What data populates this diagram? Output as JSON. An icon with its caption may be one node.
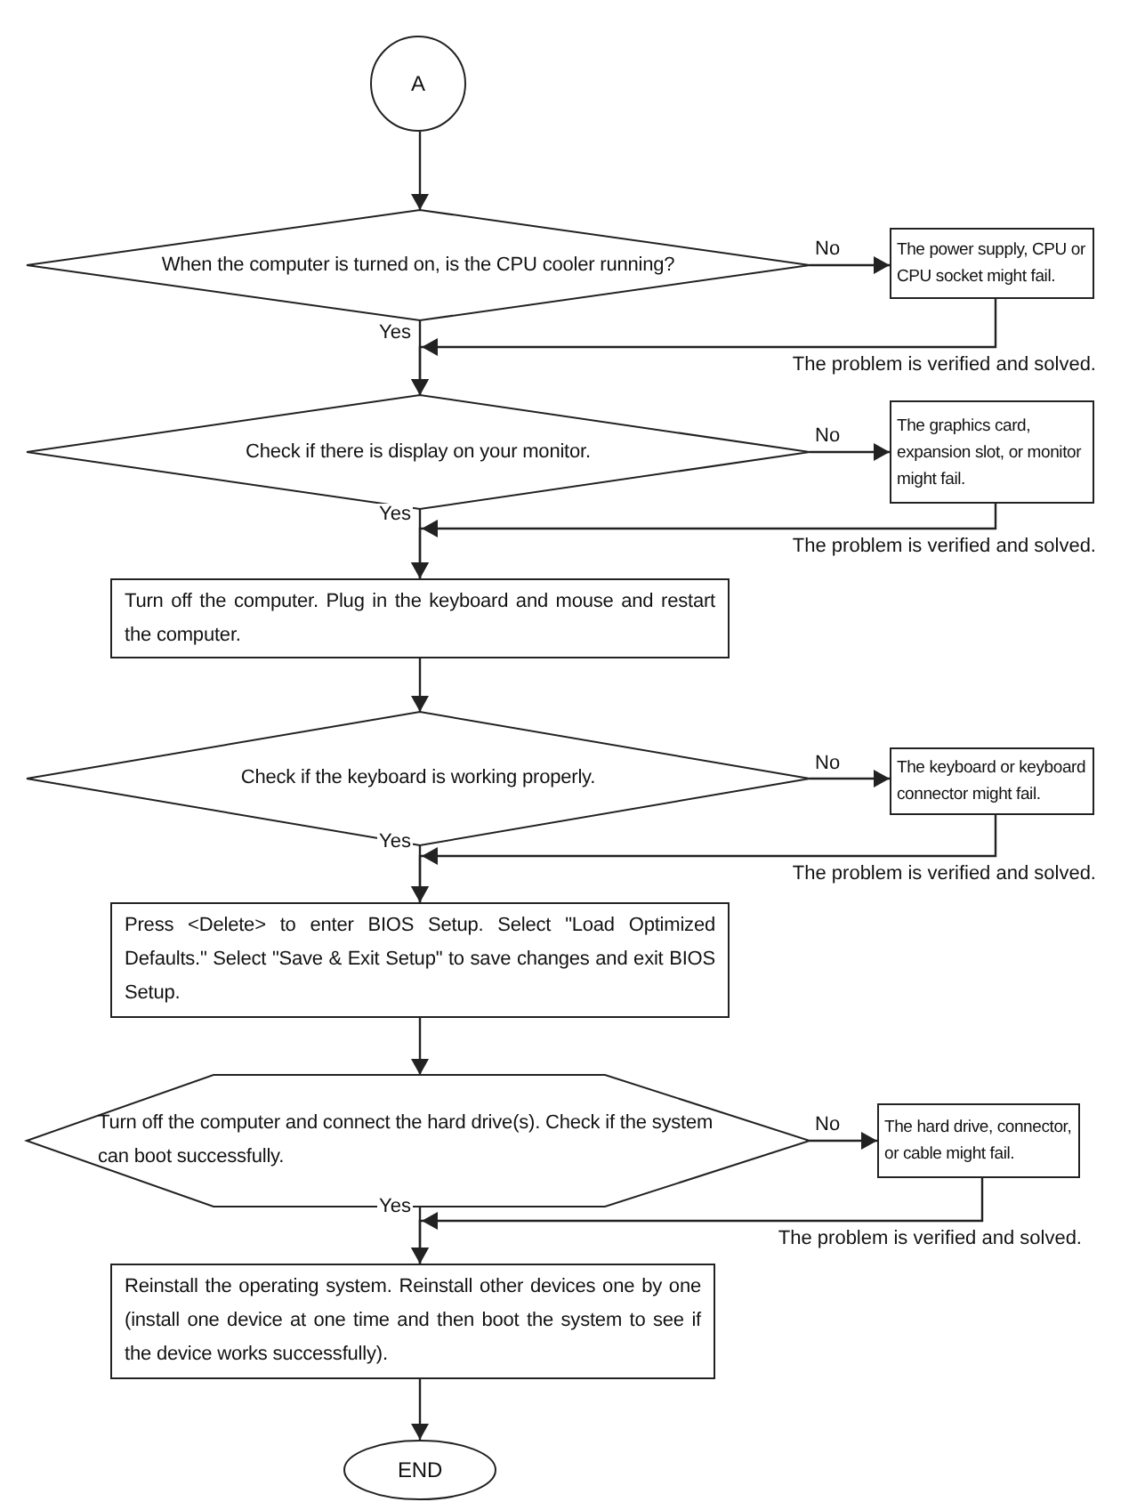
{
  "diagram": {
    "nodes": [
      {
        "text": [
          "A"
        ]
      },
      {
        "text": [
          "When the computer is turned on, is the CPU cooler running?"
        ]
      },
      {
        "text": [
          "The power supply, CPU or CPU socket might fail."
        ]
      },
      {
        "text": [
          "Check if there is display on your monitor."
        ]
      },
      {
        "text": [
          "The graphics card, expansion slot, or monitor might fail."
        ]
      },
      {
        "text": [
          "Turn off the computer. Plug in the keyboard and mouse and restart the computer."
        ]
      },
      {
        "text": [
          "Check if the keyboard is working properly."
        ]
      },
      {
        "text": [
          "The keyboard or keyboard connector might fail."
        ]
      },
      {
        "text": [
          "Press <Delete> to enter BIOS Setup. Select \"Load Optimized Defaults.\" Select \"Save & Exit Setup\" to save changes and exit BIOS Setup."
        ]
      },
      {
        "text": [
          "Turn off the computer and connect the hard drive(s). Check if the system can boot successfully."
        ]
      },
      {
        "text": [
          "The hard drive, connector, or cable might fail."
        ]
      },
      {
        "text": [
          "Reinstall the operating system. Reinstall other devices one by one (install one device at one time and then boot the system to see if the device works successfully)."
        ]
      },
      {
        "text": [
          "END"
        ]
      }
    ],
    "edges": [
      {
        "from": 0,
        "to": 1,
        "arrow": "to"
      },
      {
        "from": 1,
        "to": 2,
        "arrow": "to",
        "label": "No"
      },
      {
        "from": 1,
        "to": 3,
        "arrow": "to",
        "label": "Yes"
      },
      {
        "from": 2,
        "to": 3,
        "arrow": "to",
        "label": "The problem is verified and solved."
      },
      {
        "from": 3,
        "to": 4,
        "arrow": "to",
        "label": "No"
      },
      {
        "from": 3,
        "to": 5,
        "arrow": "to",
        "label": "Yes"
      },
      {
        "from": 4,
        "to": 5,
        "arrow": "to",
        "label": "The problem is verified and solved."
      },
      {
        "from": 5,
        "to": 6,
        "arrow": "to"
      },
      {
        "from": 6,
        "to": 7,
        "arrow": "to",
        "label": "No"
      },
      {
        "from": 6,
        "to": 8,
        "arrow": "to",
        "label": "Yes"
      },
      {
        "from": 7,
        "to": 8,
        "arrow": "to",
        "label": "The problem is verified and solved."
      },
      {
        "from": 8,
        "to": 9,
        "arrow": "to"
      },
      {
        "from": 9,
        "to": 10,
        "arrow": "to",
        "label": "No"
      },
      {
        "from": 9,
        "to": 11,
        "arrow": "to",
        "label": "Yes"
      },
      {
        "from": 10,
        "to": 11,
        "arrow": "to",
        "label": "The problem is verified and solved."
      },
      {
        "from": 11,
        "to": 12,
        "arrow": "to"
      }
    ]
  }
}
